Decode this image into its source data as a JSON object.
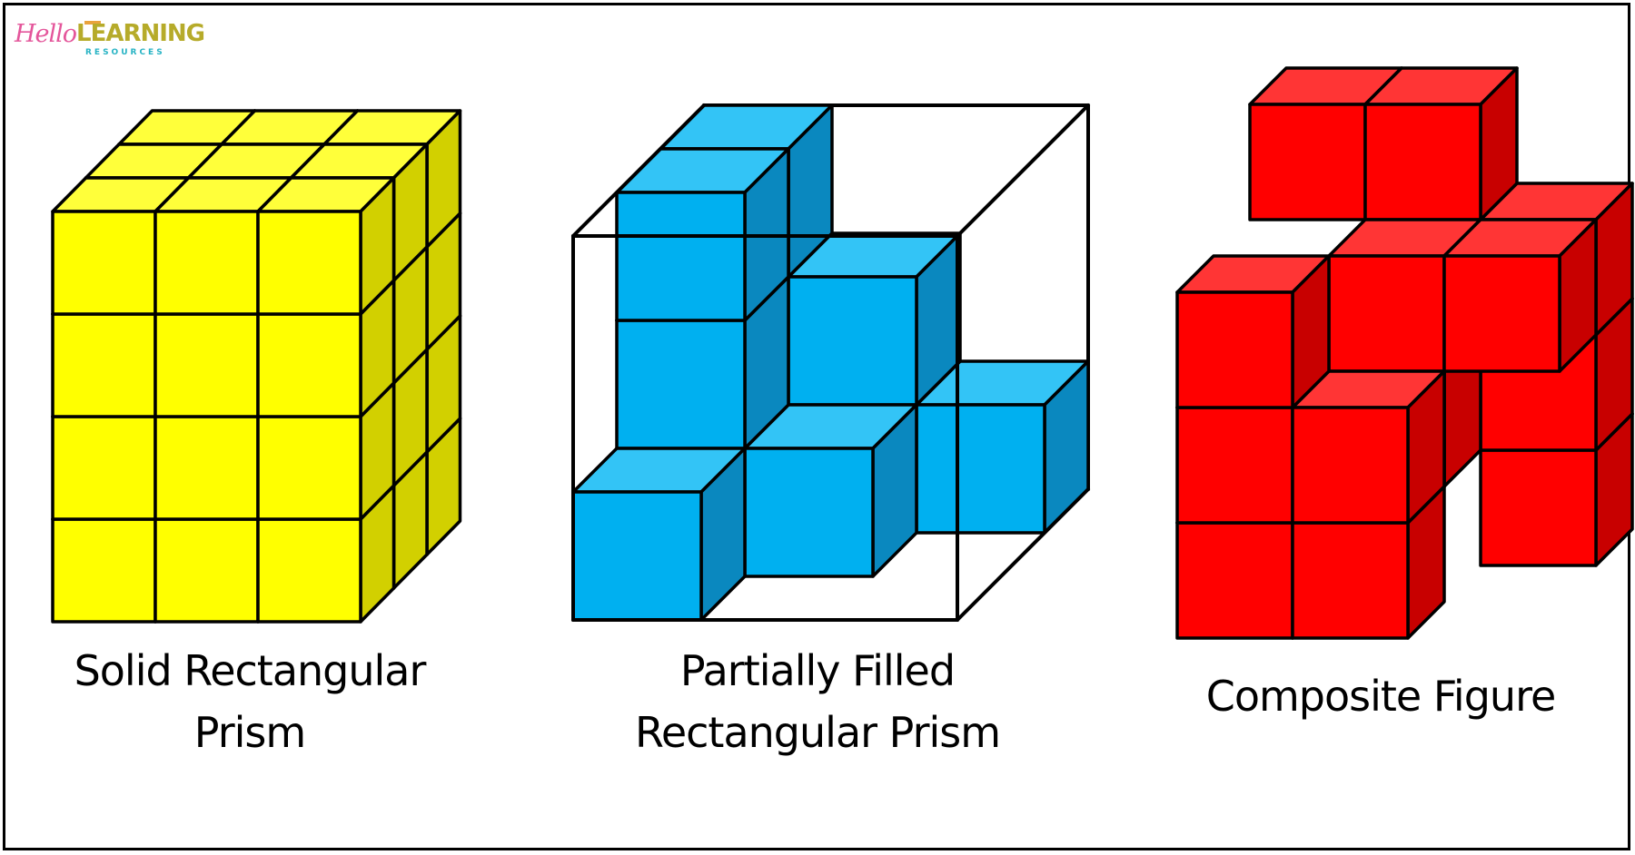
{
  "logo": {
    "hello": "Hello",
    "learning": "LEARNING",
    "resources": "RESOURCES"
  },
  "colors": {
    "yellow_front": "#ffff00",
    "yellow_top": "#ffff3a",
    "yellow_side": "#d2d000",
    "blue_front": "#00b0f0",
    "blue_top": "#33c4f6",
    "blue_side": "#0a88bf",
    "red_front": "#ff0000",
    "red_top": "#ff3535",
    "red_side": "#c80000"
  },
  "figures": [
    {
      "name": "solid-rectangular-prism",
      "caption_lines": [
        "Solid Rectangular",
        "Prism"
      ],
      "color": "yellow"
    },
    {
      "name": "partially-filled-rectangular-prism",
      "caption_lines": [
        "Partially Filled",
        "Rectangular Prism"
      ],
      "color": "blue"
    },
    {
      "name": "composite-figure",
      "caption_lines": [
        "Composite Figure"
      ],
      "color": "red"
    }
  ]
}
